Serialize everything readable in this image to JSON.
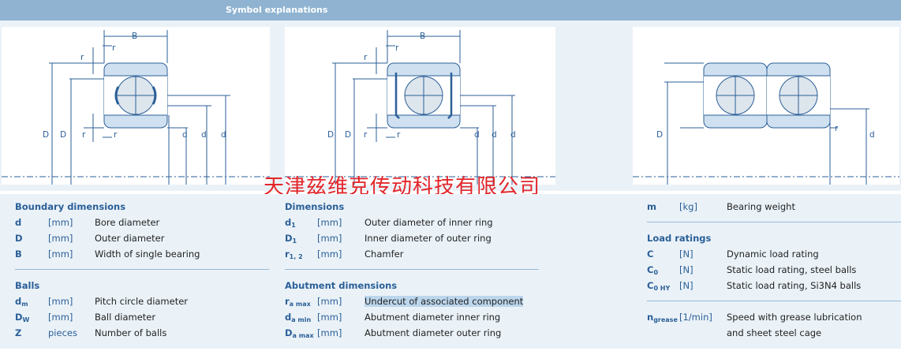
{
  "header": {
    "title": "Symbol explanations"
  },
  "watermark": "天津兹维克传动科技有限公司",
  "diagrams": {
    "left": {
      "B": "B",
      "r1_top": "r",
      "r2_top": "r",
      "D": "D",
      "D1": "D",
      "r1_bot": "r",
      "r2_bot": "r",
      "d": "d",
      "d1": "d",
      "dm": "d"
    },
    "middle": {
      "B": "B",
      "r1_top": "r",
      "r2_top": "r",
      "D": "D",
      "D1": "D",
      "r1_bot": "r",
      "r2_bot": "r",
      "d": "d",
      "d1": "d",
      "dm": "d"
    },
    "right": {
      "Da": "D",
      "ra": "r",
      "da": "d"
    }
  },
  "left_col": {
    "boundary_title": "Boundary dimensions",
    "boundary": [
      {
        "sym": "d",
        "unit": "[mm]",
        "desc": "Bore diameter"
      },
      {
        "sym": "D",
        "unit": "[mm]",
        "desc": "Outer diameter"
      },
      {
        "sym": "B",
        "unit": "[mm]",
        "desc": "Width of single bearing"
      }
    ],
    "balls_title": "Balls",
    "balls": [
      {
        "sym": "d",
        "sub": "m",
        "unit": "[mm]",
        "desc": "Pitch circle diameter"
      },
      {
        "sym": "D",
        "sub": "W",
        "unit": "[mm]",
        "desc": "Ball diameter"
      },
      {
        "sym": "Z",
        "unit": "pieces",
        "desc": "Number of balls"
      }
    ]
  },
  "mid_col": {
    "dimensions_title": "Dimensions",
    "dimensions": [
      {
        "sym": "d",
        "sub": "1",
        "unit": "[mm]",
        "desc": "Outer diameter of inner ring"
      },
      {
        "sym": "D",
        "sub": "1",
        "unit": "[mm]",
        "desc": "Inner diameter of outer ring"
      },
      {
        "sym": "r",
        "sub": "1, 2",
        "unit": "[mm]",
        "desc": "Chamfer"
      }
    ],
    "abutment_title": "Abutment dimensions",
    "abutment": [
      {
        "sym": "r",
        "sub": "a max",
        "unit": "[mm]",
        "desc": "Undercut of associated component"
      },
      {
        "sym": "d",
        "sub": "a min",
        "unit": "[mm]",
        "desc": "Abutment diameter inner ring"
      },
      {
        "sym": "D",
        "sub": "a max",
        "unit": "[mm]",
        "desc": "Abutment diameter outer ring"
      }
    ]
  },
  "right_col": {
    "weight": {
      "sym": "m",
      "unit": "[kg]",
      "desc": "Bearing weight"
    },
    "load_title": "Load ratings",
    "load": [
      {
        "sym": "C",
        "unit": "[N]",
        "desc": "Dynamic load rating"
      },
      {
        "sym": "C",
        "sub": "0",
        "unit": "[N]",
        "desc": "Static load rating, steel balls"
      },
      {
        "sym": "C",
        "sub": "0 HY",
        "unit": "[N]",
        "desc": "Static load rating, Si3N4 balls"
      }
    ],
    "speed": {
      "sym": "n",
      "sub": "grease",
      "unit": "[1/min]",
      "desc": "Speed with grease lubrication",
      "desc2": "and sheet steel cage"
    }
  }
}
